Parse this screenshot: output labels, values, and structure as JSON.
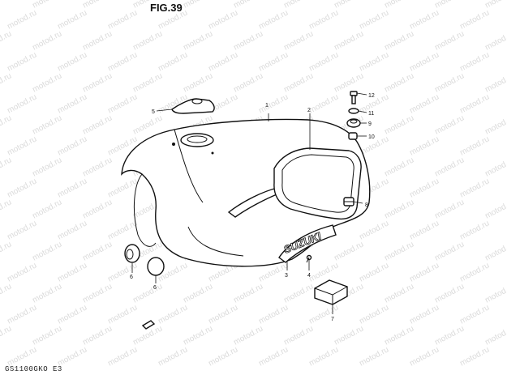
{
  "figure": {
    "title": "FIG.39",
    "code": "GS1100GKO E3"
  },
  "watermark": "motod.ru",
  "emblem_text": "SUZUKI",
  "callouts": {
    "c1": "1",
    "c2": "2",
    "c3": "3",
    "c4": "4",
    "c5": "5",
    "c6a": "6",
    "c6b": "6",
    "c7": "7",
    "c8": "8",
    "c9": "9",
    "c10": "10",
    "c11": "11",
    "c12": "12"
  }
}
